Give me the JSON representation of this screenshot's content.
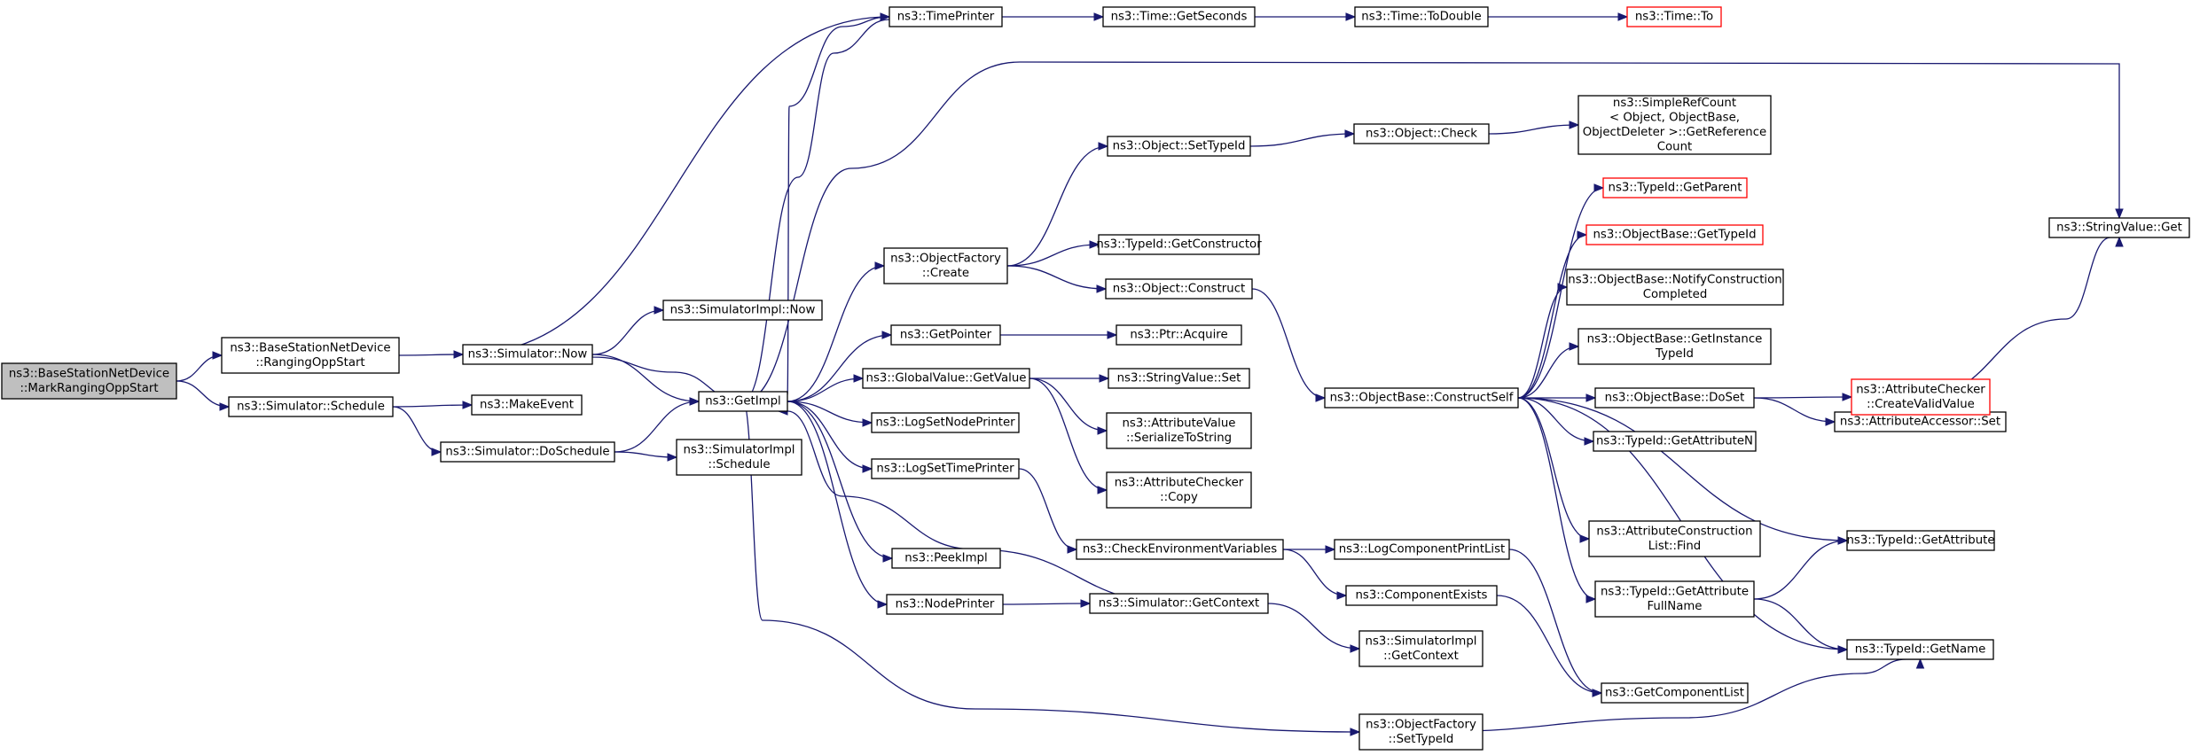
{
  "colors": {
    "edge": "#191970",
    "node_border": "#000000",
    "root_fill": "#bfbfbf",
    "truncated_border": "#ff0000",
    "background": "#ffffff"
  },
  "nodes": [
    {
      "id": "root",
      "lines": [
        "ns3::BaseStationNetDevice",
        "::MarkRangingOppStart"
      ],
      "style": "root"
    },
    {
      "id": "bsnd_ranging",
      "lines": [
        "ns3::BaseStationNetDevice",
        "::RangingOppStart"
      ]
    },
    {
      "id": "sim_schedule",
      "lines": [
        "ns3::Simulator::Schedule"
      ]
    },
    {
      "id": "sim_now",
      "lines": [
        "ns3::Simulator::Now"
      ]
    },
    {
      "id": "make_event",
      "lines": [
        "ns3::MakeEvent"
      ]
    },
    {
      "id": "sim_doschedule",
      "lines": [
        "ns3::Simulator::DoSchedule"
      ]
    },
    {
      "id": "simimpl_now",
      "lines": [
        "ns3::SimulatorImpl::Now"
      ]
    },
    {
      "id": "get_impl",
      "lines": [
        "ns3::GetImpl"
      ]
    },
    {
      "id": "simimpl_schedule",
      "lines": [
        "ns3::SimulatorImpl",
        "::Schedule"
      ]
    },
    {
      "id": "time_printer",
      "lines": [
        "ns3::TimePrinter"
      ]
    },
    {
      "id": "objfactory_create",
      "lines": [
        "ns3::ObjectFactory",
        "::Create"
      ]
    },
    {
      "id": "get_pointer",
      "lines": [
        "ns3::GetPointer"
      ]
    },
    {
      "id": "globalvalue_getvalue",
      "lines": [
        "ns3::GlobalValue::GetValue"
      ]
    },
    {
      "id": "log_set_node_printer",
      "lines": [
        "ns3::LogSetNodePrinter"
      ]
    },
    {
      "id": "log_set_time_printer",
      "lines": [
        "ns3::LogSetTimePrinter"
      ]
    },
    {
      "id": "peek_impl",
      "lines": [
        "ns3::PeekImpl"
      ]
    },
    {
      "id": "node_printer",
      "lines": [
        "ns3::NodePrinter"
      ]
    },
    {
      "id": "time_getseconds",
      "lines": [
        "ns3::Time::GetSeconds"
      ]
    },
    {
      "id": "object_settypeid",
      "lines": [
        "ns3::Object::SetTypeId"
      ]
    },
    {
      "id": "typeid_getconstructor",
      "lines": [
        "ns3::TypeId::GetConstructor"
      ]
    },
    {
      "id": "object_construct",
      "lines": [
        "ns3::Object::Construct"
      ]
    },
    {
      "id": "ptr_acquire",
      "lines": [
        "ns3::Ptr::Acquire"
      ]
    },
    {
      "id": "stringvalue_set",
      "lines": [
        "ns3::StringValue::Set"
      ]
    },
    {
      "id": "attrvalue_serialize",
      "lines": [
        "ns3::AttributeValue",
        "::SerializeToString"
      ]
    },
    {
      "id": "attrchecker_copy",
      "lines": [
        "ns3::AttributeChecker",
        "::Copy"
      ]
    },
    {
      "id": "check_env_vars",
      "lines": [
        "ns3::CheckEnvironmentVariables"
      ]
    },
    {
      "id": "sim_getcontext",
      "lines": [
        "ns3::Simulator::GetContext"
      ]
    },
    {
      "id": "objfactory_settypeid",
      "lines": [
        "ns3::ObjectFactory",
        "::SetTypeId"
      ]
    },
    {
      "id": "time_todouble",
      "lines": [
        "ns3::Time::ToDouble"
      ]
    },
    {
      "id": "object_check",
      "lines": [
        "ns3::Object::Check"
      ]
    },
    {
      "id": "objbase_constructself",
      "lines": [
        "ns3::ObjectBase::ConstructSelf"
      ]
    },
    {
      "id": "log_component_printlist",
      "lines": [
        "ns3::LogComponentPrintList"
      ]
    },
    {
      "id": "component_exists",
      "lines": [
        "ns3::ComponentExists"
      ]
    },
    {
      "id": "simimpl_getcontext",
      "lines": [
        "ns3::SimulatorImpl",
        "::GetContext"
      ]
    },
    {
      "id": "time_to",
      "lines": [
        "ns3::Time::To"
      ],
      "style": "truncated"
    },
    {
      "id": "simplerefcount",
      "lines": [
        "ns3::SimpleRefCount",
        "< Object, ObjectBase,",
        "ObjectDeleter >::GetReference",
        "Count"
      ]
    },
    {
      "id": "typeid_getparent",
      "lines": [
        "ns3::TypeId::GetParent"
      ],
      "style": "truncated"
    },
    {
      "id": "objbase_gettypeid",
      "lines": [
        "ns3::ObjectBase::GetTypeId"
      ],
      "style": "truncated"
    },
    {
      "id": "objbase_notify",
      "lines": [
        "ns3::ObjectBase::NotifyConstruction",
        "Completed"
      ]
    },
    {
      "id": "objbase_getinstance",
      "lines": [
        "ns3::ObjectBase::GetInstance",
        "TypeId"
      ]
    },
    {
      "id": "objbase_doset",
      "lines": [
        "ns3::ObjectBase::DoSet"
      ]
    },
    {
      "id": "typeid_getattributen",
      "lines": [
        "ns3::TypeId::GetAttributeN"
      ]
    },
    {
      "id": "attrconstruction_find",
      "lines": [
        "ns3::AttributeConstruction",
        "List::Find"
      ]
    },
    {
      "id": "typeid_getattrfullname",
      "lines": [
        "ns3::TypeId::GetAttribute",
        "FullName"
      ]
    },
    {
      "id": "get_component_list",
      "lines": [
        "ns3::GetComponentList"
      ]
    },
    {
      "id": "stringvalue_get",
      "lines": [
        "ns3::StringValue::Get"
      ]
    },
    {
      "id": "attraccessor_set",
      "lines": [
        "ns3::AttributeAccessor::Set"
      ]
    },
    {
      "id": "attrchecker_createvalid",
      "lines": [
        "ns3::AttributeChecker",
        "::CreateValidValue"
      ],
      "style": "truncated"
    },
    {
      "id": "typeid_getattribute",
      "lines": [
        "ns3::TypeId::GetAttribute"
      ]
    },
    {
      "id": "typeid_getname",
      "lines": [
        "ns3::TypeId::GetName"
      ]
    }
  ],
  "edges": [
    [
      "root",
      "bsnd_ranging"
    ],
    [
      "root",
      "sim_schedule"
    ],
    [
      "bsnd_ranging",
      "sim_now"
    ],
    [
      "sim_now",
      "simimpl_now"
    ],
    [
      "sim_now",
      "get_impl"
    ],
    [
      "sim_schedule",
      "make_event"
    ],
    [
      "sim_schedule",
      "sim_doschedule"
    ],
    [
      "sim_doschedule",
      "get_impl"
    ],
    [
      "sim_doschedule",
      "simimpl_schedule"
    ],
    [
      "get_impl",
      "time_printer"
    ],
    [
      "get_impl",
      "objfactory_create"
    ],
    [
      "get_impl",
      "get_pointer"
    ],
    [
      "get_impl",
      "globalvalue_getvalue"
    ],
    [
      "get_impl",
      "log_set_node_printer"
    ],
    [
      "get_impl",
      "log_set_time_printer"
    ],
    [
      "get_impl",
      "peek_impl"
    ],
    [
      "get_impl",
      "node_printer"
    ],
    [
      "get_impl",
      "objfactory_settypeid"
    ],
    [
      "get_impl",
      "stringvalue_get"
    ],
    [
      "get_impl",
      "sim_now"
    ],
    [
      "time_printer",
      "time_getseconds"
    ],
    [
      "time_printer",
      "sim_now"
    ],
    [
      "time_getseconds",
      "time_todouble"
    ],
    [
      "time_todouble",
      "time_to"
    ],
    [
      "objfactory_create",
      "object_settypeid"
    ],
    [
      "objfactory_create",
      "typeid_getconstructor"
    ],
    [
      "objfactory_create",
      "object_construct"
    ],
    [
      "object_settypeid",
      "object_check"
    ],
    [
      "object_check",
      "simplerefcount"
    ],
    [
      "object_construct",
      "objbase_constructself"
    ],
    [
      "get_pointer",
      "ptr_acquire"
    ],
    [
      "globalvalue_getvalue",
      "stringvalue_set"
    ],
    [
      "globalvalue_getvalue",
      "attrvalue_serialize"
    ],
    [
      "globalvalue_getvalue",
      "attrchecker_copy"
    ],
    [
      "log_set_time_printer",
      "check_env_vars"
    ],
    [
      "node_printer",
      "sim_getcontext"
    ],
    [
      "sim_getcontext",
      "get_impl"
    ],
    [
      "sim_getcontext",
      "simimpl_getcontext"
    ],
    [
      "check_env_vars",
      "log_component_printlist"
    ],
    [
      "check_env_vars",
      "component_exists"
    ],
    [
      "log_component_printlist",
      "get_component_list"
    ],
    [
      "component_exists",
      "get_component_list"
    ],
    [
      "objfactory_settypeid",
      "typeid_getname"
    ],
    [
      "objbase_constructself",
      "typeid_getparent"
    ],
    [
      "objbase_constructself",
      "objbase_gettypeid"
    ],
    [
      "objbase_constructself",
      "objbase_notify"
    ],
    [
      "objbase_constructself",
      "objbase_getinstance"
    ],
    [
      "objbase_constructself",
      "objbase_doset"
    ],
    [
      "objbase_constructself",
      "typeid_getattributen"
    ],
    [
      "objbase_constructself",
      "attrconstruction_find"
    ],
    [
      "objbase_constructself",
      "typeid_getattrfullname"
    ],
    [
      "objbase_constructself",
      "typeid_getattribute"
    ],
    [
      "objbase_constructself",
      "typeid_getname"
    ],
    [
      "objbase_doset",
      "attraccessor_set"
    ],
    [
      "objbase_doset",
      "attrchecker_createvalid"
    ],
    [
      "attrchecker_createvalid",
      "stringvalue_get"
    ],
    [
      "typeid_getattrfullname",
      "typeid_getattribute"
    ],
    [
      "typeid_getattrfullname",
      "typeid_getname"
    ]
  ]
}
